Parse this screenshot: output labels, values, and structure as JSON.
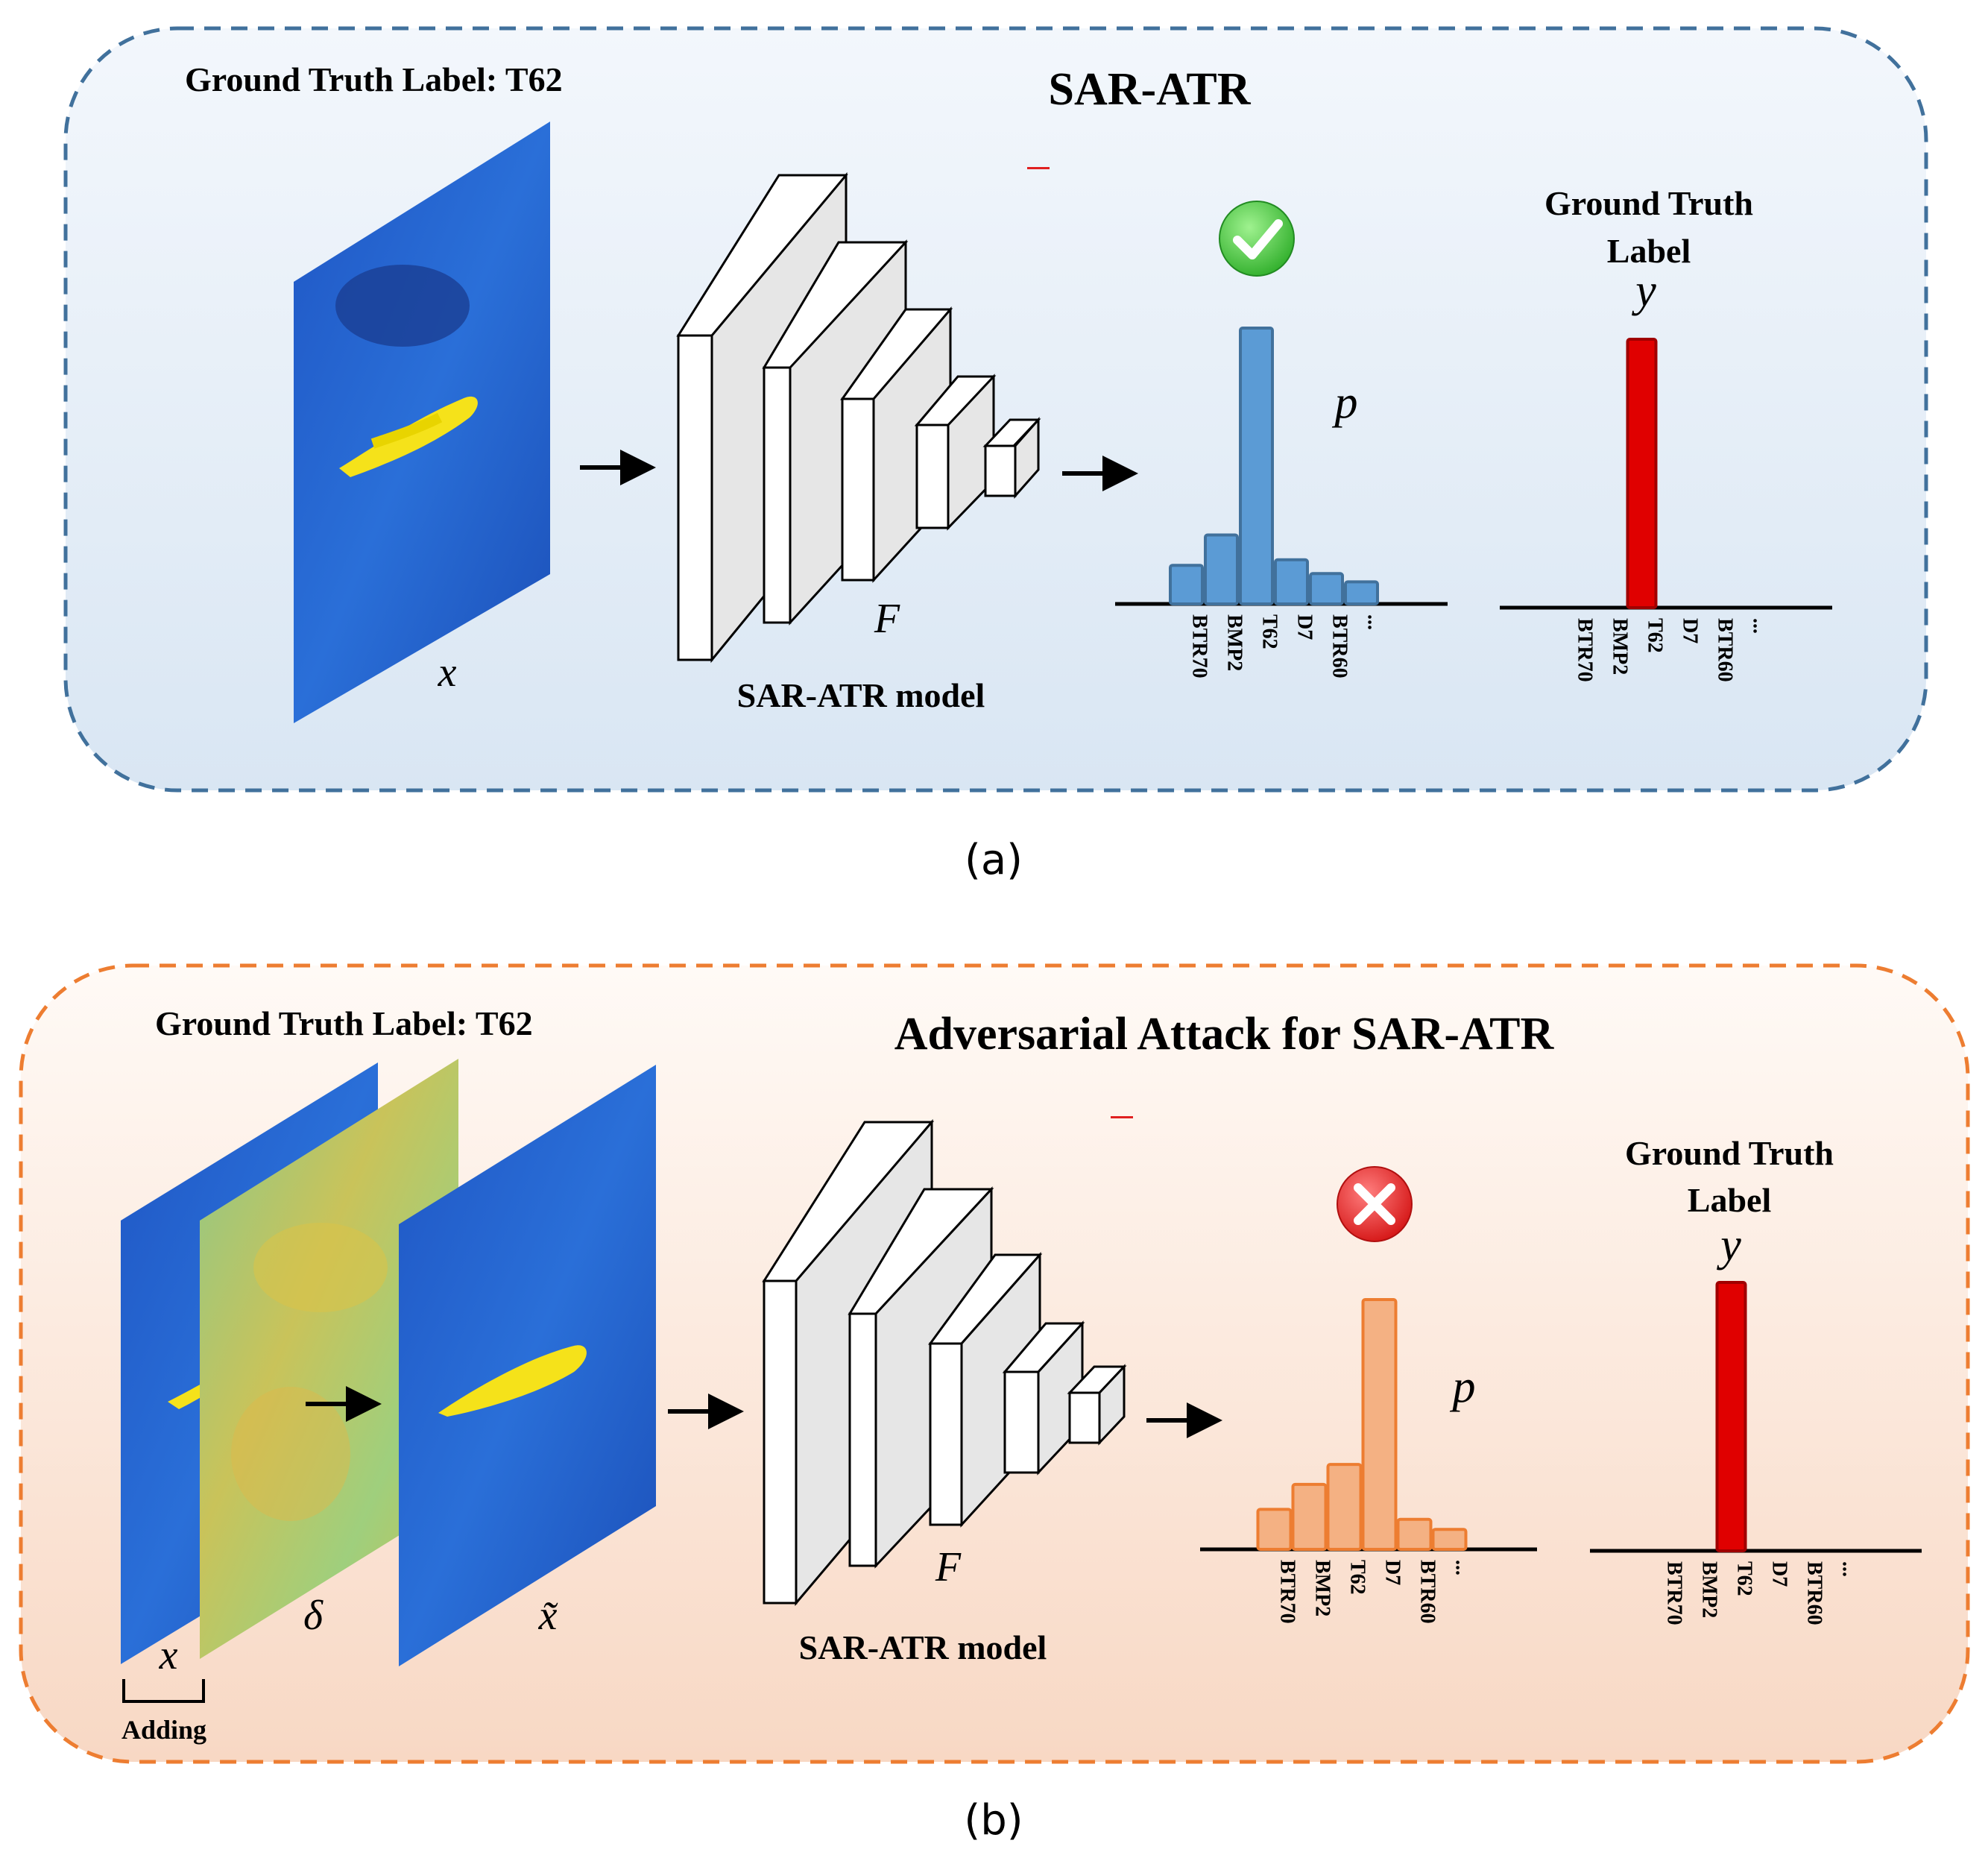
{
  "panel_a": {
    "title": "SAR-ATR",
    "gt_header": "Ground Truth Label: T62",
    "input_symbol": "x",
    "model_symbol": "F",
    "model_label": "SAR-ATR model",
    "pred_symbol": "p",
    "gt_title_line1": "Ground Truth",
    "gt_title_line2": "Label",
    "gt_symbol": "y",
    "caption": "(a)",
    "status_icon": "check-icon",
    "accent": "#5b9bd5",
    "border_color": "#41719c"
  },
  "panel_b": {
    "title": "Adversarial Attack for SAR-ATR",
    "gt_header": "Ground Truth Label: T62",
    "input_symbol": "x",
    "perturb_symbol": "δ",
    "adv_symbol": "x̃",
    "adding_label": "Adding",
    "model_symbol": "F",
    "model_label": "SAR-ATR model",
    "pred_symbol": "p",
    "gt_title_line1": "Ground Truth",
    "gt_title_line2": "Label",
    "gt_symbol": "y",
    "caption": "(b)",
    "status_icon": "cross-icon",
    "accent": "#f4b183",
    "border_color": "#ed7d31"
  },
  "classes": [
    "BTR70",
    "BMP2",
    "T62",
    "D7",
    "BTR60",
    "..."
  ],
  "predictions": {
    "clean": [
      0.14,
      0.25,
      1.0,
      0.16,
      0.11,
      0.08
    ],
    "adversarial": [
      0.16,
      0.26,
      0.34,
      1.0,
      0.12,
      0.08
    ],
    "ground_truth": [
      0,
      0,
      1,
      0,
      0
    ]
  },
  "colors": {
    "clean_bar": "#5b9bd5",
    "adv_bar": "#f4b183",
    "gt_bar": "#e00000"
  }
}
